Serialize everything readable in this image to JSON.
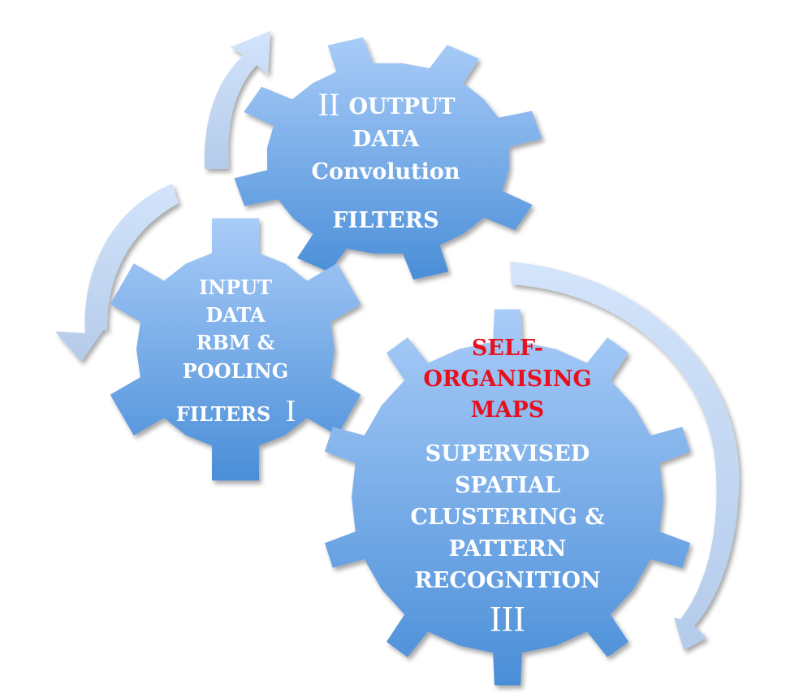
{
  "colors": {
    "gear_top": "#a9ccf8",
    "gear_bottom": "#4a8ed8",
    "arrow_light": "#d3e4fb",
    "arrow_dark": "#b4cbea",
    "label_white": "#ffffff",
    "label_red": "#e8101e"
  },
  "gears": [
    {
      "id": "gear-2",
      "roman": "II",
      "lines": [
        "OUTPUT",
        "DATA",
        "Convolution",
        "FILTERS"
      ]
    },
    {
      "id": "gear-1",
      "roman": "I",
      "lines": [
        "INPUT",
        "DATA",
        "RBM &",
        "POOLING",
        "FILTERS"
      ]
    },
    {
      "id": "gear-3",
      "roman": "III",
      "highlight_lines": [
        "SELF-",
        "ORGANISING",
        "MAPS"
      ],
      "lines": [
        "SUPERVISED",
        "SPATIAL",
        "CLUSTERING &",
        "PATTERN",
        "RECOGNITION"
      ]
    }
  ],
  "arrows": [
    {
      "id": "arrow-to-gear-2",
      "direction": "up"
    },
    {
      "id": "arrow-to-gear-1",
      "direction": "down"
    },
    {
      "id": "arrow-around-gear-3",
      "direction": "clockwise-down"
    }
  ]
}
